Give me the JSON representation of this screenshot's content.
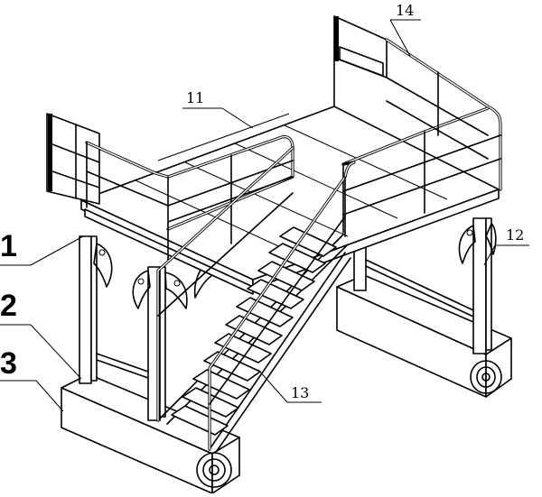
{
  "labels": {
    "l1": "1",
    "l2": "2",
    "l3": "3",
    "l11": "11",
    "l12": "12",
    "l13": "13",
    "l14": "14"
  }
}
